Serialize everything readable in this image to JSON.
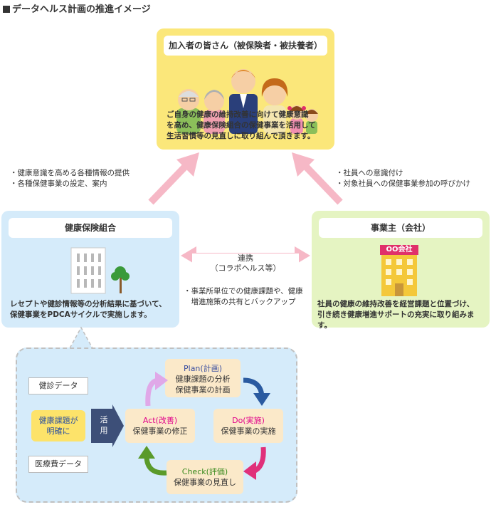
{
  "title": "データヘルス計画の推進イメージ",
  "members": {
    "label": "加入者の皆さん（被保険者・被扶養者）",
    "desc": [
      "ご自身の健康の維持改善に向けて健康意識",
      "を高め、健康保険組合の保健事業を活用して",
      "生活習慣等の見直しに取り組んで頂きます。"
    ]
  },
  "left_note": [
    "・健康意識を高める各種情報の提供",
    "・各種保健事業の設定、案内"
  ],
  "right_note": [
    "・社員への意識付け",
    "・対象社員への保健事業参加の呼びかけ"
  ],
  "insurer": {
    "label": "健康保険組合",
    "desc": [
      "レセプトや健診情報等の分析結果に基づいて、",
      "保健事業をPDCAサイクルで実施します。"
    ]
  },
  "employer": {
    "label": "事業主（会社）",
    "sign": "OO会社",
    "desc": [
      "社員の健康の維持改善を経営課題と位置づけ、",
      "引き続き健康増進サポートの充実に取り組みます。"
    ]
  },
  "collab": {
    "label1": "連携",
    "label2": "（コラボヘルス等）",
    "note": [
      "・事業所単位での健康課題や、健康",
      "　増進施策の共有とバックアップ"
    ]
  },
  "pdca": {
    "checkup_data": "健診データ",
    "issues": [
      "健康課題が",
      "明確に"
    ],
    "medical_data": "医療費データ",
    "apply": [
      "活",
      "用"
    ],
    "plan": {
      "head": "Plan(計画)",
      "lines": [
        "健康課題の分析",
        "保健事業の計画"
      ]
    },
    "do": {
      "head": "Do(実施)",
      "lines": [
        "保健事業の実施"
      ]
    },
    "check": {
      "head": "Check(評価)",
      "lines": [
        "保健事業の見直し"
      ]
    },
    "act": {
      "head": "Act(改善)",
      "lines": [
        "保健事業の修正"
      ]
    }
  },
  "colors": {
    "yellow_box": "#fbe77a",
    "blue_box": "#d5ebfa",
    "green_box": "#e5f4c2",
    "pink_arrow": "#f6b8c6",
    "plan_head": "#3a4fa0",
    "do_head": "#e0008a",
    "check_head": "#3a8a1e",
    "act_head": "#e0008a"
  }
}
